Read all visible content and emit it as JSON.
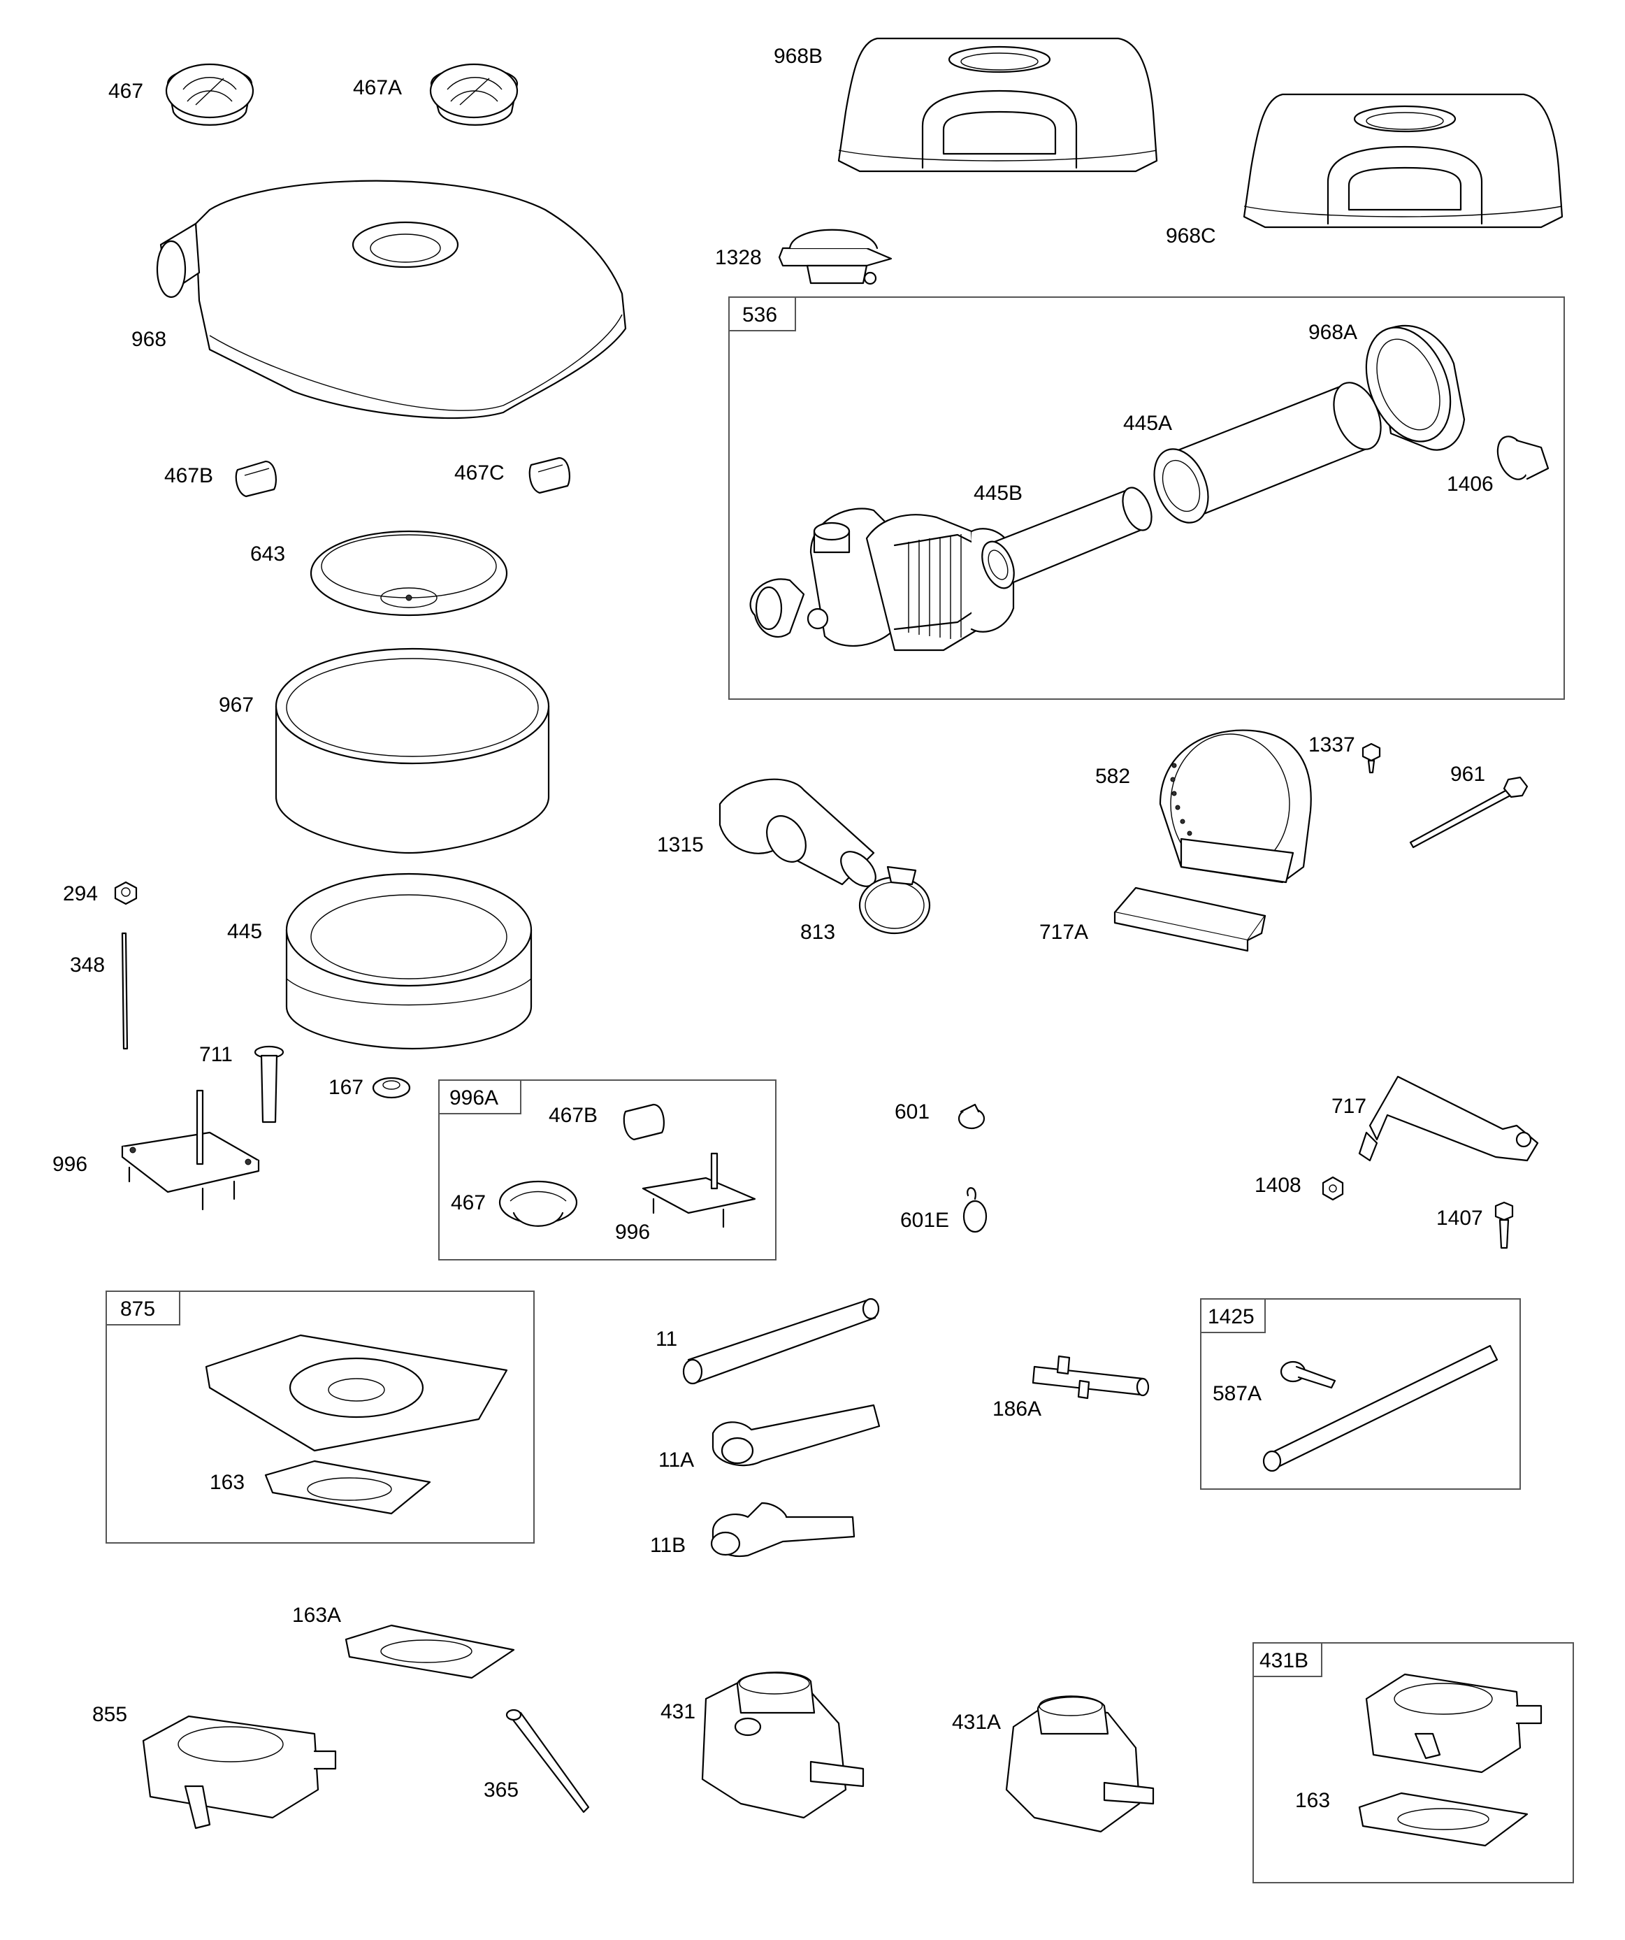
{
  "callouts": {
    "p467": "467",
    "p467A": "467A",
    "p968": "968",
    "p467B": "467B",
    "p467C": "467C",
    "p643": "643",
    "p967": "967",
    "p294": "294",
    "p348": "348",
    "p445": "445",
    "p711": "711",
    "p167": "167",
    "p996": "996",
    "p968B": "968B",
    "p968C": "968C",
    "p1328": "1328",
    "p968A": "968A",
    "p445A": "445A",
    "p445B": "445B",
    "p1406": "1406",
    "p1315": "1315",
    "p813": "813",
    "p582": "582",
    "p1337": "1337",
    "p961": "961",
    "p717A": "717A",
    "p601": "601",
    "p601E": "601E",
    "p717": "717",
    "p1408": "1408",
    "p1407": "1407",
    "p11": "11",
    "p11A": "11A",
    "p11B": "11B",
    "p186A": "186A",
    "p587A": "587A",
    "p163A": "163A",
    "p855": "855",
    "p365": "365",
    "p431": "431",
    "p431A": "431A",
    "p163_875": "163",
    "p163_431B": "163"
  },
  "kits": {
    "k536": "536",
    "k996A": {
      "title": "996A",
      "c467B": "467B",
      "c467": "467",
      "c996": "996"
    },
    "k875": "875",
    "k1425": "1425",
    "k431B": "431B"
  },
  "colors": {
    "line": "#000000",
    "background": "#ffffff",
    "kit_border": "#555555"
  }
}
